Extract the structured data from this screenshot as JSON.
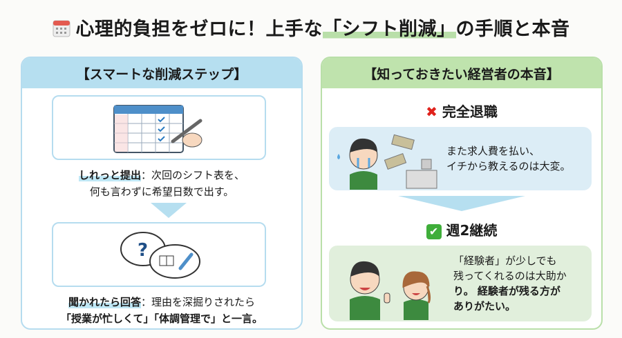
{
  "title": {
    "prefix": "心理的負担をゼロに！上手な",
    "highlight": "「シフト削減」",
    "suffix": "の手順と本音",
    "icon": "calendar-icon"
  },
  "left": {
    "header": "【スマートな削減ステップ】",
    "step1": {
      "bold": "しれっと提出",
      "line1": "：次回のシフト表を、",
      "line2": "何も言わずに希望日数で出す。"
    },
    "step2": {
      "bold": "聞かれたら回答",
      "line1": "：理由を深掘りされたら",
      "line2": "「授業が忙しくて」「体調管理で」と一言。"
    }
  },
  "right": {
    "header": "【知っておきたい経営者の本音】",
    "bad": {
      "icon": "cross-mark-icon",
      "label": "完全退職",
      "line1": "また求人費を払い、",
      "line2": "イチから教えるのは大変。"
    },
    "good": {
      "icon": "check-mark-icon",
      "label": "週2継続",
      "line1": "「経験者」が少しでも",
      "line2": "残ってくれるのは大助か",
      "line3": "り。 経験者が残る方が",
      "line4": "ありがたい。"
    }
  },
  "colors": {
    "blue": "#b6dff0",
    "green": "#bfe3ad",
    "apron": "#3d8a3f"
  }
}
